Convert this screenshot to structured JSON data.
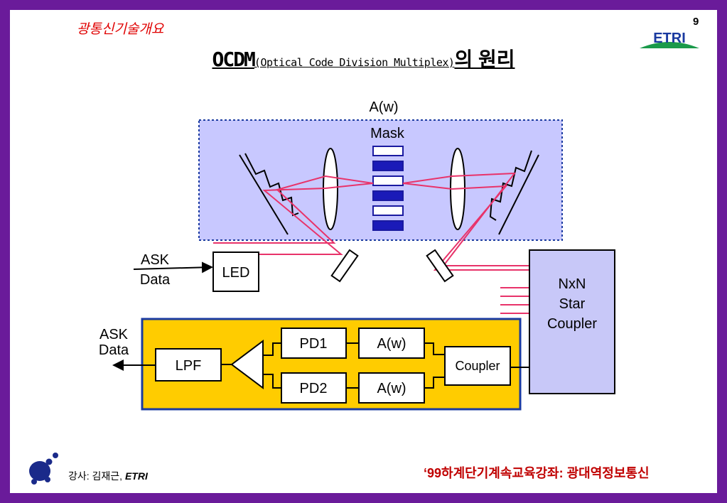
{
  "header": {
    "course": "광통신기술개요",
    "page_number": "9",
    "logo_text": "ETRI",
    "title_main": "OCDM",
    "title_sub": "(Optical Code Division Multiplex)",
    "title_kr": "의 원리"
  },
  "diagram": {
    "aw_top": "A(w)",
    "mask": "Mask",
    "ask_data_in_1": "ASK",
    "ask_data_in_2": "Data",
    "led": "LED",
    "star_1": "NxN",
    "star_2": "Star",
    "star_3": "Coupler",
    "ask_data_out_1": "ASK",
    "ask_data_out_2": "Data",
    "lpf": "LPF",
    "pd1": "PD1",
    "pd2": "PD2",
    "aw1": "A(w)",
    "aw2": "A(w)",
    "coupler": "Coupler"
  },
  "footer": {
    "instructor_label": "강사: 김재근, ",
    "instructor_org": "ETRI",
    "right": "‘99하계단기계속교육강좌: 광대역정보통신"
  },
  "colors": {
    "frame": "#6a1b9a",
    "title_red": "#e00000",
    "mask_region": "#c8c8ff",
    "receiver_box": "#ffcc00",
    "star_coupler": "#c8c8f8",
    "beam": "#e8336a"
  }
}
